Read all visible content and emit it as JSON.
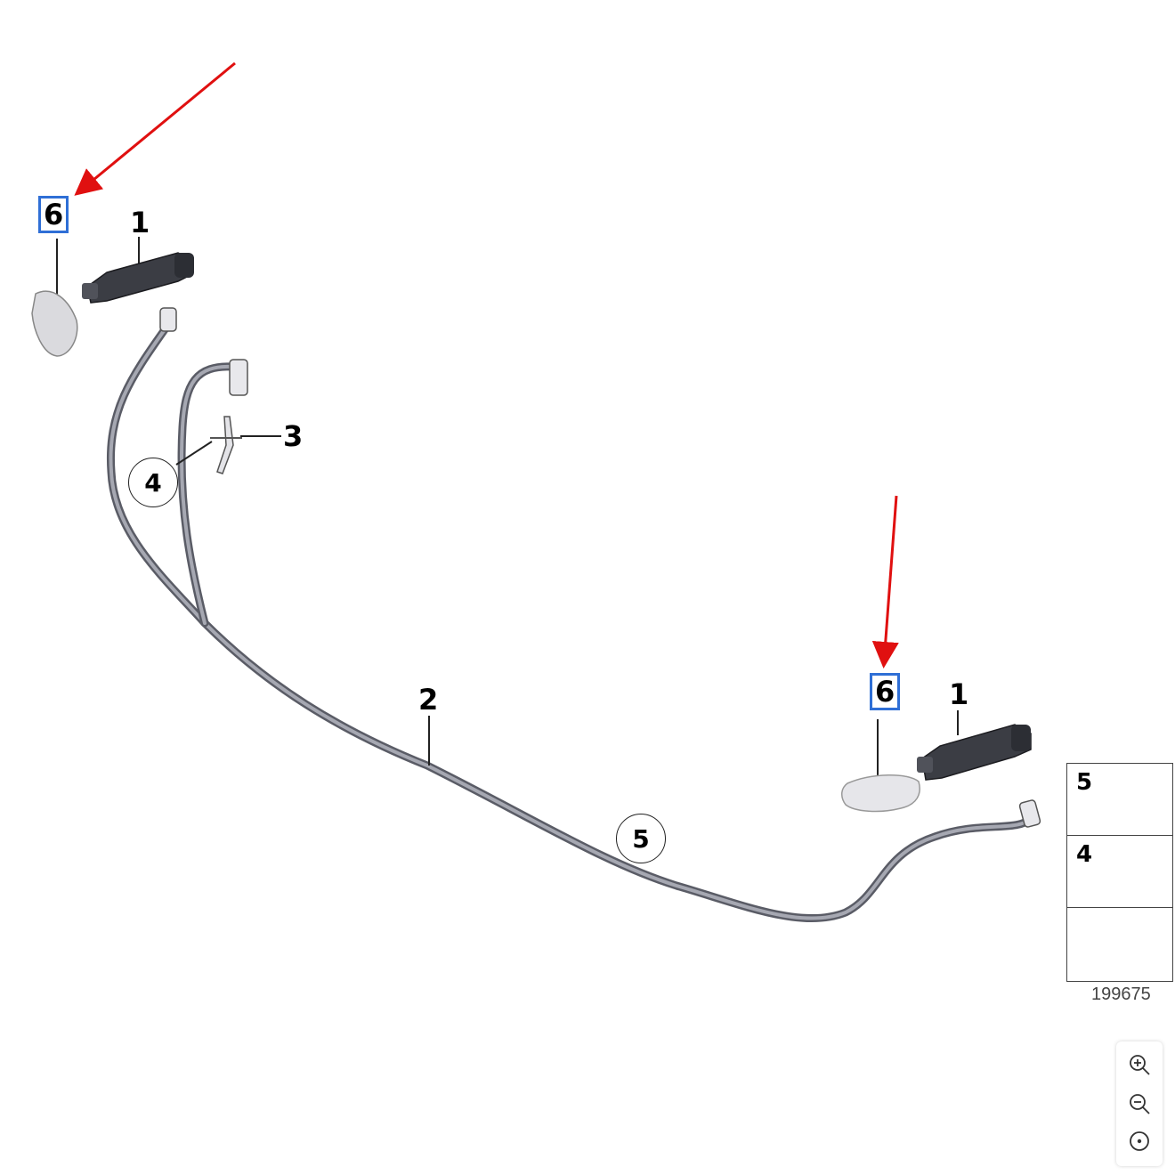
{
  "labels": {
    "part1_left": "1",
    "part1_right": "1",
    "part2": "2",
    "part3": "3",
    "part4_circled": "4",
    "part5_circled": "5",
    "part6_left": "6",
    "part6_right": "6"
  },
  "legend": {
    "item5": "5",
    "item4": "4"
  },
  "diagram_id": "199675",
  "zoom_controls": {
    "zoom_in_icon": "zoom-in-icon",
    "zoom_out_icon": "zoom-out-icon",
    "reset_icon": "reset-view-icon"
  },
  "colors": {
    "highlight_box": "#2f6fd6",
    "arrow": "#e01010",
    "hose": "#8a8c96"
  }
}
